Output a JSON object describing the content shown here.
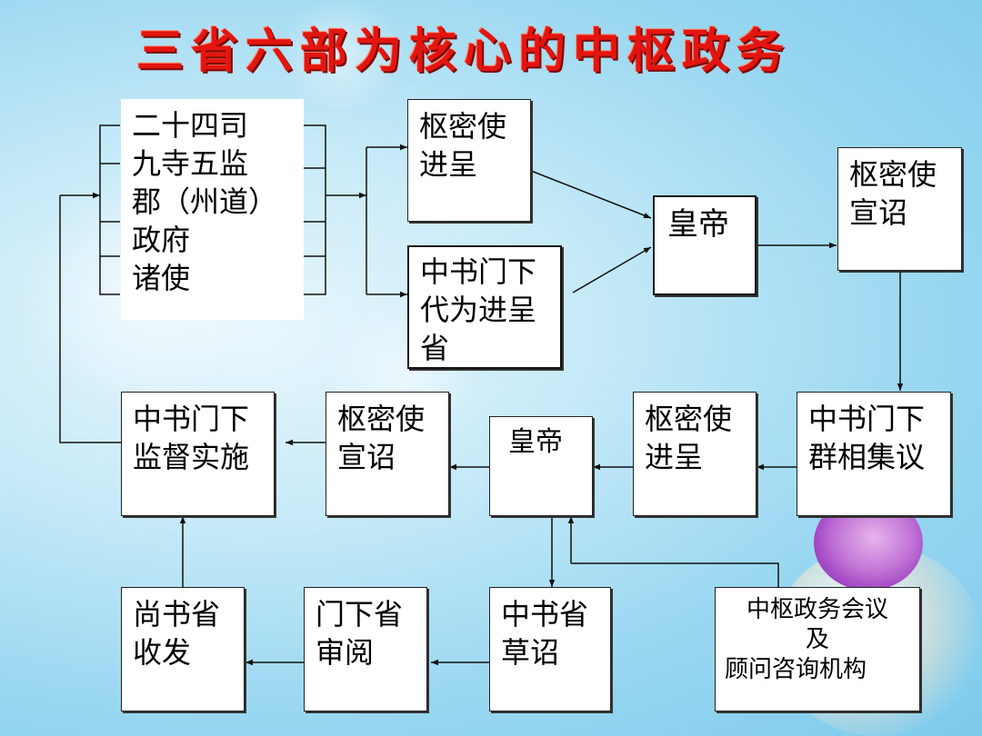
{
  "title": "三省六部为核心的中枢政务",
  "boxes": {
    "agencies": [
      "二十四司",
      "九寺五监",
      "郡（州道）",
      "政府",
      "诸使"
    ],
    "shumi_jincheng_top": [
      "枢密使",
      "进呈"
    ],
    "zhongshu_menxia_daiwei": [
      "中书门下",
      "代为进呈",
      "省"
    ],
    "emperor_top": [
      "皇帝"
    ],
    "shumi_xuanzhao_right": [
      "枢密使",
      "宣诏"
    ],
    "zhongshu_menxia_qunxiang": [
      "中书门下",
      "群相集议"
    ],
    "shumi_jincheng_mid": [
      "枢密使",
      "进呈"
    ],
    "emperor_mid": [
      "皇帝"
    ],
    "shumi_xuanzhao_mid": [
      "枢密使",
      "宣诏"
    ],
    "zhongshu_menxia_jiandu": [
      "中书门下",
      "监督实施"
    ],
    "shangshu_shengfa": [
      "尚书省",
      "收发"
    ],
    "menxia_shenyue": [
      "门下省",
      "审阅"
    ],
    "zhongshu_caozhao": [
      "中书省",
      "草诏"
    ],
    "council": [
      "中枢政务会议",
      "及",
      "顾问咨询机构"
    ]
  },
  "colors": {
    "title": "#e41510",
    "line": "#111111",
    "box_border": "#222222"
  }
}
